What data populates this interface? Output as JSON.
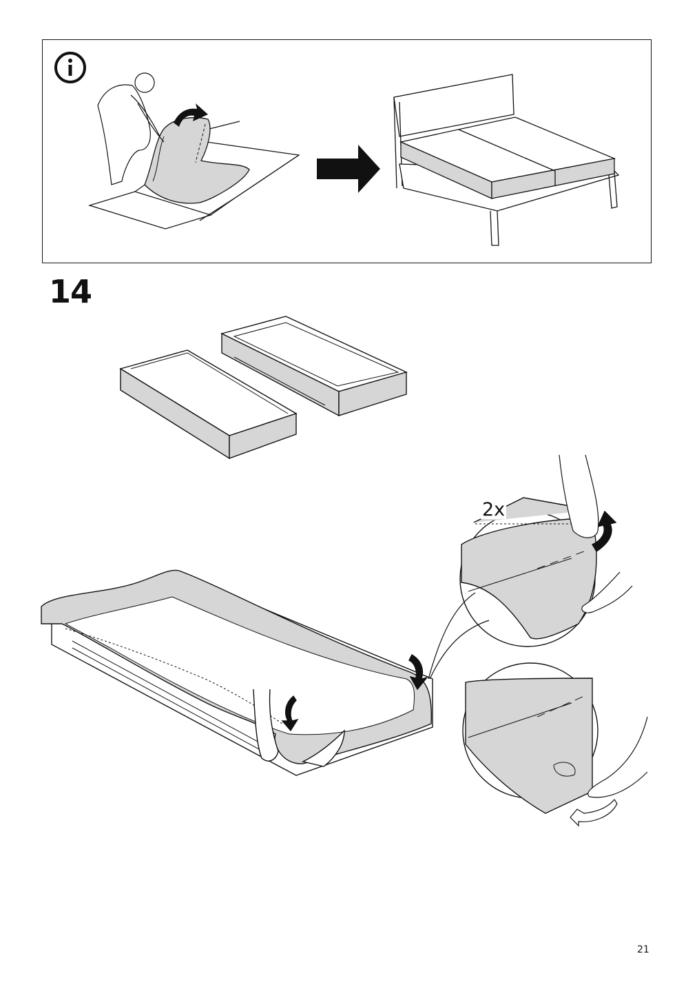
{
  "info_panel": {
    "icon": "info-icon"
  },
  "step": {
    "number": "14",
    "multiplier_label": "2x"
  },
  "page": {
    "number": "21"
  },
  "colors": {
    "line": "#111111",
    "fabric": "#d6d6d6",
    "background": "#ffffff"
  }
}
